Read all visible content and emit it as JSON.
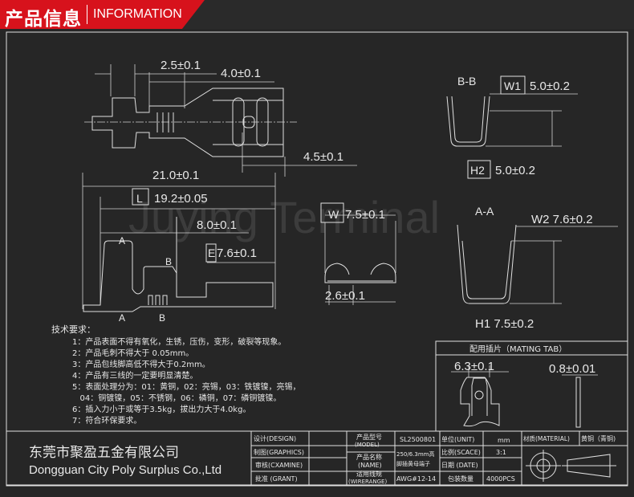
{
  "header": {
    "title_cn": "产品信息",
    "title_en": "INFORMATION"
  },
  "watermark": "Juying Terminal",
  "dimensions": {
    "d1": "2.5±0.1",
    "d2": "4.0±0.1",
    "d3": "4.5±0.1",
    "d4": "21.0±0.1",
    "d5_tag": "L",
    "d5": "19.2±0.05",
    "d6": "8.0±0.1",
    "d7_tag": "E",
    "d7": "7.6±0.1",
    "sec_a": "A",
    "sec_b": "B",
    "w_tag": "W",
    "w": "7.5±0.1",
    "w_bottom": "2.6±0.1",
    "bb_label": "B-B",
    "w1_tag": "W1",
    "w1": "5.0±0.2",
    "h2_tag": "H2",
    "h2": "5.0±0.2",
    "aa_label": "A-A",
    "w2": "W2  7.6±0.2",
    "h1": "H1  7.5±0.2"
  },
  "requirements": {
    "title": "技术要求：",
    "items": [
      "1：产品表面不得有氧化，生锈，压伤，变形，破裂等现象。",
      "2：产品毛刺不得大于 0.05mm。",
      "3：产品包线脚高低不得大于0.2mm。",
      "4：产品有三线的一定要明显清楚。",
      "5：表面处理分为：01：黄铜，02：亮锡，03：铁镀镍，亮锡，",
      "   04：铜镀镍，05：不锈钢，06：磷铜，07：磷铜镀镍。",
      "6：插入力小于或等于3.5kg，拔出力大于4.0kg。",
      "7：符合环保要求。"
    ]
  },
  "mating_tab": {
    "title": "配用插片（MATING   TAB）",
    "width": "6.3±0.1",
    "thickness": "0.8±0.01"
  },
  "company": {
    "cn": "东莞市聚盈五金有限公司",
    "en": "Dongguan City Poly Surplus Co.,Ltd"
  },
  "title_block": {
    "design": "设计(DESIGN)",
    "graphics": "制图(GRAPHICS)",
    "examine": "审核(CXAMINE)",
    "grant": "批准 (GRANT)",
    "model_label": "产品型号",
    "model_label_en": "(MODEL)",
    "model": "SL2500801",
    "name_label": "产品名称",
    "name_label_en": "(NAME)",
    "name1": "250/6.3mm高",
    "name2": "脚插黄母端子",
    "wire_label": "适用线规",
    "wire_label_en": "(WIRERANGE)",
    "wire": "AWG#12-14",
    "unit_label": "单位(UNIT)",
    "unit": "mm",
    "scale_label": "比例(SCACE)",
    "scale": "3:1",
    "date_label": "日期 (DATE)",
    "pack_label": "包装数量",
    "pack": "4000PCS",
    "material_label": "材质(MATERIAL)",
    "material": "黄铜（青铜)"
  }
}
